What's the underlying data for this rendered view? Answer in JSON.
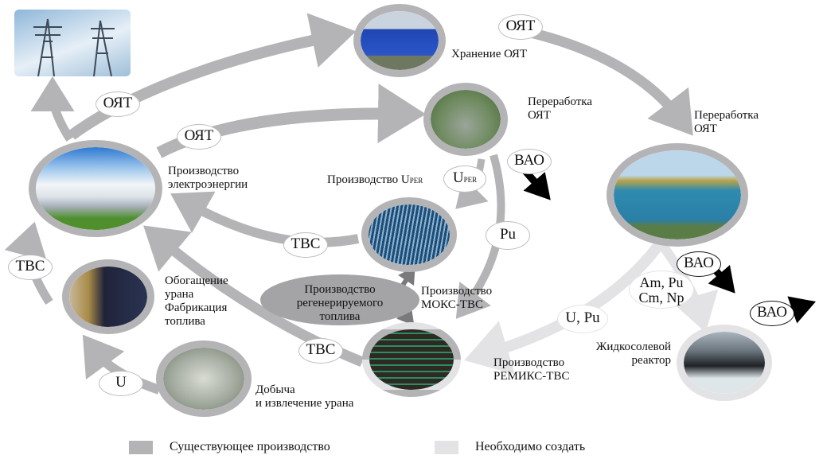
{
  "diagram": {
    "title": "",
    "nodes": [
      {
        "id": "power-grid",
        "label": "",
        "icon": "power-lines-photo",
        "status": "existing"
      },
      {
        "id": "storage",
        "label": "Хранение ОЯТ",
        "icon": "storage-building-photo",
        "status": "existing"
      },
      {
        "id": "reprocessing-1",
        "label_lines": [
          "Переработка",
          "ОЯТ"
        ],
        "icon": "reprocessing-plant-photo",
        "status": "existing"
      },
      {
        "id": "reprocessing-2",
        "label_lines": [
          "Переработка",
          "ОЯТ"
        ],
        "icon": "reprocessing-plant-photo-2",
        "status": "existing"
      },
      {
        "id": "power-production",
        "label_lines": [
          "Производство",
          "электроэнергии"
        ],
        "icon": "npp-photo",
        "status": "existing"
      },
      {
        "id": "uper-production",
        "label": "Производство U",
        "label_sub": "PER",
        "icon": "fuel-rods-photo",
        "status": "existing"
      },
      {
        "id": "enrichment",
        "label_lines": [
          "Обогащение",
          "урана",
          "Фабрикация",
          "топлива"
        ],
        "icon": "enrichment-photo",
        "status": "existing"
      },
      {
        "id": "mox",
        "label_lines": [
          "Производство",
          "МОКС-ТВС"
        ],
        "icon": "mox-fuel-photo",
        "status": "existing"
      },
      {
        "id": "remix",
        "label_lines": [
          "Производство",
          "РЕМИКС-ТВС"
        ],
        "icon": "remix-fuel-photo",
        "status": "new"
      },
      {
        "id": "mining",
        "label_lines": [
          "Добыча",
          "и извлечение урана"
        ],
        "icon": "mine-photo",
        "status": "existing"
      },
      {
        "id": "msr",
        "label_lines": [
          "Жидкосолевой",
          "реактор"
        ],
        "icon": "msr-photo",
        "status": "new"
      }
    ],
    "regen_fuel": {
      "label_lines": [
        "Производство",
        "регенерируемого",
        "топлива"
      ]
    },
    "flows": [
      {
        "id": "oyat-1",
        "label": "ОЯТ"
      },
      {
        "id": "oyat-2",
        "label": "ОЯТ"
      },
      {
        "id": "oyat-3",
        "label": "ОЯТ"
      },
      {
        "id": "uper",
        "label": "U",
        "label_sub": "PER"
      },
      {
        "id": "vao-1",
        "label": "ВАО"
      },
      {
        "id": "vao-2",
        "label": "ВАО"
      },
      {
        "id": "vao-3",
        "label": "ВАО"
      },
      {
        "id": "pu",
        "label": "Pu"
      },
      {
        "id": "tvs-1",
        "label": "ТВС"
      },
      {
        "id": "tvs-2",
        "label": "ТВС"
      },
      {
        "id": "tvs-3",
        "label": "ТВС"
      },
      {
        "id": "u",
        "label": "U"
      },
      {
        "id": "u-pu",
        "label": "U, Pu"
      },
      {
        "id": "minor-actinides",
        "label_lines": [
          "Am, Pu",
          "Cm, Np"
        ]
      }
    ]
  },
  "legend": [
    {
      "label": "Существующее производство",
      "color": "#b4b4b6"
    },
    {
      "label": "Необходимо создать",
      "color": "#e3e3e5"
    }
  ],
  "colors": {
    "existing": "#b4b4b6",
    "new": "#e3e3e5",
    "waste": "#000000",
    "regen": "#a4a4a6",
    "regen_arrow": "#7a7a7c"
  }
}
